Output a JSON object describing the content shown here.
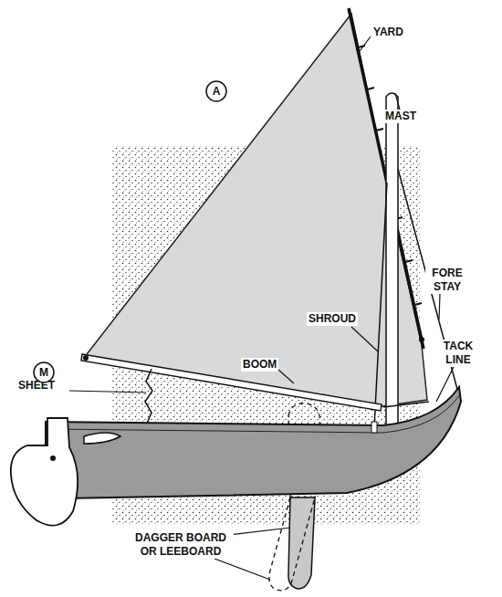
{
  "diagram": {
    "nodes": [
      {
        "text": [
          "A"
        ]
      },
      {
        "text": [
          "M"
        ]
      }
    ],
    "labels": [
      "YARD",
      "MAST",
      "FORE STAY",
      "SHROUD",
      "BOOM",
      "TACK LINE",
      "SHEET",
      "DAGGER BOARD OR LEEBOARD"
    ]
  }
}
